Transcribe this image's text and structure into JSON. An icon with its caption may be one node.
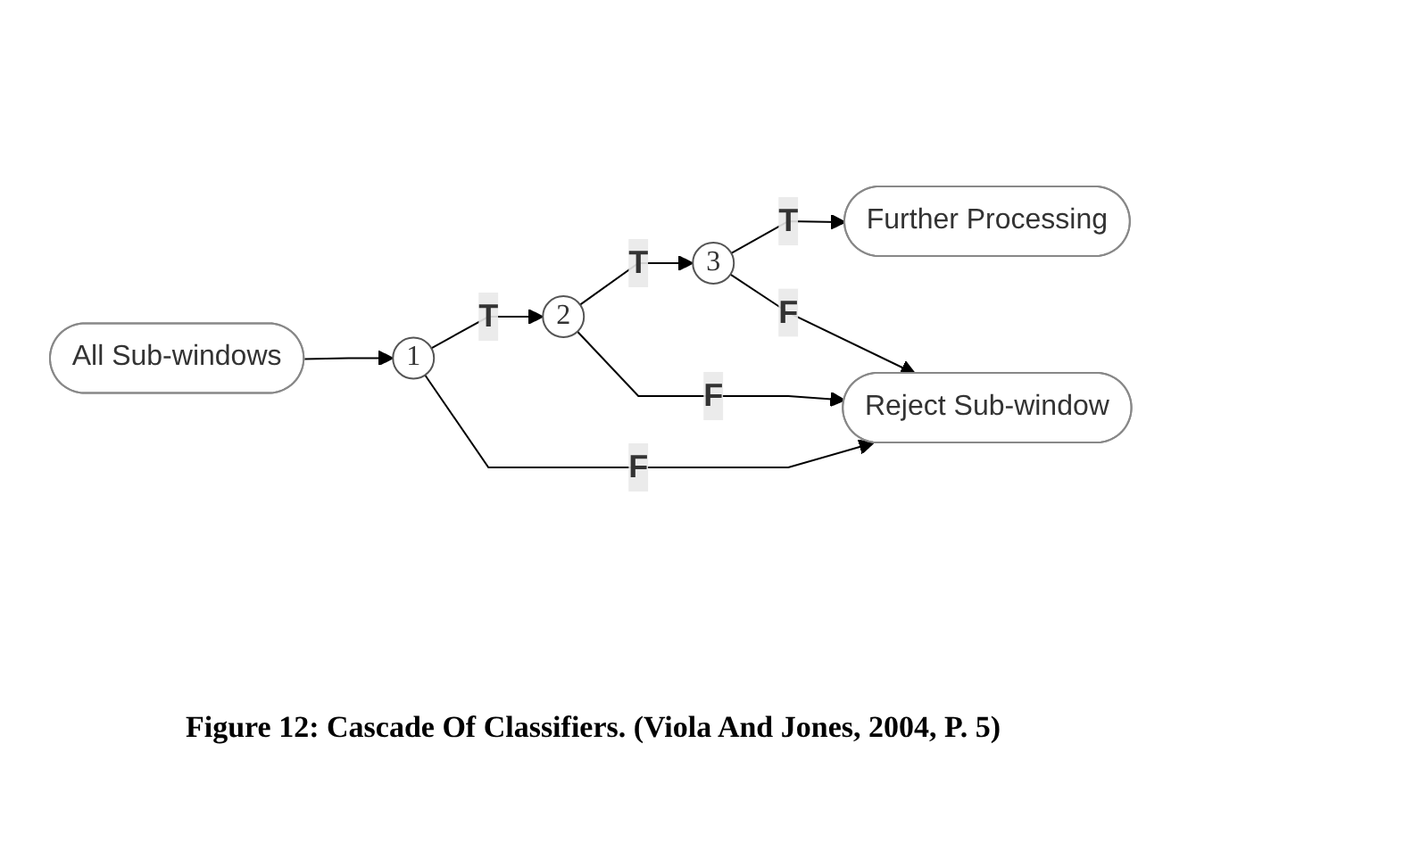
{
  "diagram": {
    "caption": "Figure 12: Cascade Of Classifiers. (Viola And Jones, 2004, P. 5)",
    "nodes": [
      {
        "text": [
          "All Sub-windows"
        ]
      },
      {
        "text": [
          "1"
        ]
      },
      {
        "text": [
          "2"
        ]
      },
      {
        "text": [
          "3"
        ]
      },
      {
        "text": [
          "Further Processing"
        ]
      },
      {
        "text": [
          "Reject Sub-window"
        ]
      }
    ],
    "edges": [
      {
        "from": 0,
        "to": 1,
        "arrow": "to"
      },
      {
        "from": 1,
        "to": 2,
        "arrow": "to",
        "label": "T"
      },
      {
        "from": 2,
        "to": 3,
        "arrow": "to",
        "label": "T"
      },
      {
        "from": 3,
        "to": 4,
        "arrow": "to",
        "label": "T"
      },
      {
        "from": 1,
        "to": 5,
        "arrow": "to",
        "label": "F"
      },
      {
        "from": 2,
        "to": 5,
        "arrow": "to",
        "label": "F"
      },
      {
        "from": 3,
        "to": 5,
        "arrow": "to",
        "label": "F"
      }
    ]
  }
}
